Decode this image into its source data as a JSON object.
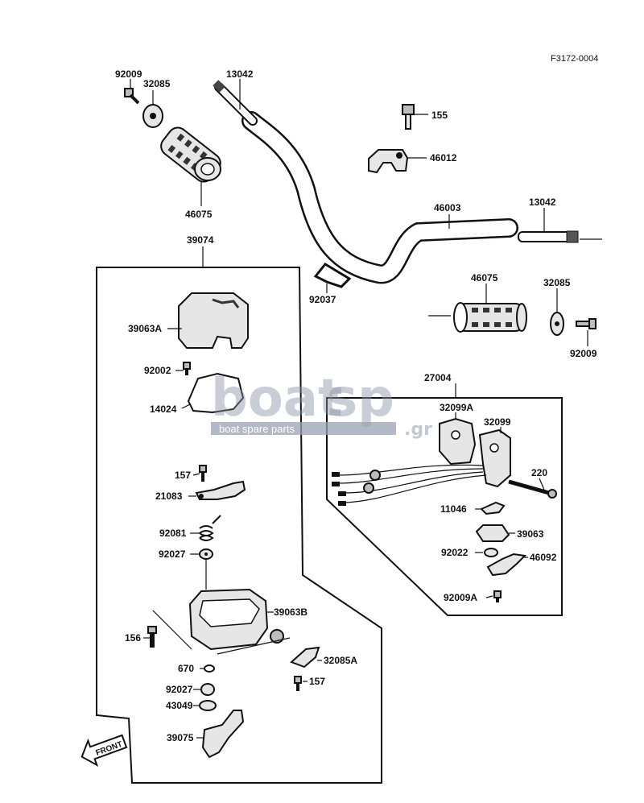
{
  "reference": "F3172-0004",
  "watermark": {
    "brand_left": "boat",
    "brand_right": "sp",
    "tld": ".gr",
    "tagline": "boat spare parts"
  },
  "front_label": "FRONT",
  "parts": {
    "p92009_top": "92009",
    "p32085_top": "32085",
    "p13042_top": "13042",
    "p155": "155",
    "p46012": "46012",
    "p46075_top": "46075",
    "p46003": "46003",
    "p13042_right": "13042",
    "p39074": "39074",
    "p92037": "92037",
    "p46075_right": "46075",
    "p32085_right": "32085",
    "p92009_right": "92009",
    "p39063A": "39063A",
    "p92002": "92002",
    "p14024": "14024",
    "p27004": "27004",
    "p32099A": "32099A",
    "p32099": "32099",
    "p157_a": "157",
    "p21083": "21083",
    "p220": "220",
    "p11046": "11046",
    "p92081": "92081",
    "p39063": "39063",
    "p92027_a": "92027",
    "p92022": "92022",
    "p46092": "46092",
    "p39063B": "39063B",
    "p92009A": "92009A",
    "p156": "156",
    "p32085A": "32085A",
    "p670": "670",
    "p157_b": "157",
    "p92027_b": "92027",
    "p43049": "43049",
    "p39075": "39075"
  }
}
